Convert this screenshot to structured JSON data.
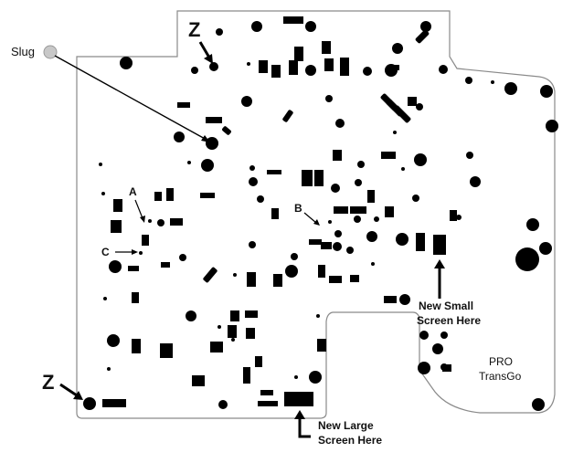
{
  "labels": {
    "slug": "Slug",
    "z_top": "Z",
    "z_bottom": "Z",
    "a": "A",
    "b": "B",
    "c": "C",
    "small_screen_line1": "New Small",
    "small_screen_line2": "Screen Here",
    "large_screen_line1": "New Large",
    "large_screen_line2": "Screen Here",
    "brand_line1": "PRO",
    "brand_line2": "TransGo"
  },
  "colors": {
    "ink": "#000000",
    "plate_outline": "#8a8a8a",
    "slug_fill": "#c8c8c8"
  }
}
